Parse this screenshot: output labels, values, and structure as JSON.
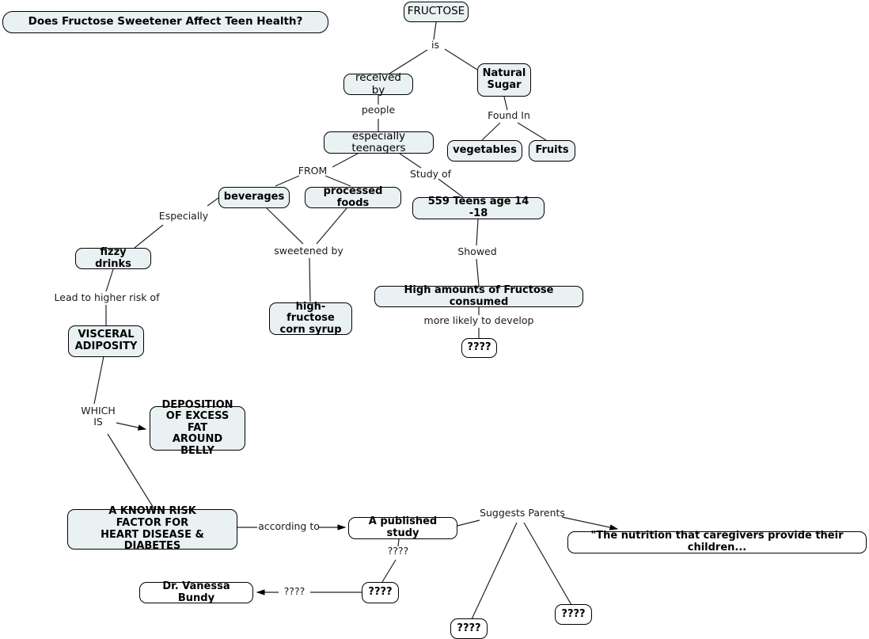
{
  "map": {
    "title_box": {
      "label": "Does Fructose Sweetener Affect Teen Health?"
    },
    "nodes": [
      {
        "id": "fructose",
        "label": "FRUCTOSE",
        "style": "plain"
      },
      {
        "id": "received_by",
        "label": "received by",
        "style": "plain"
      },
      {
        "id": "natural_sugar",
        "label": "Natural\nSugar",
        "style": "bold"
      },
      {
        "id": "teenagers",
        "label": "especially teenagers",
        "style": "plain"
      },
      {
        "id": "vegetables",
        "label": "vegetables",
        "style": "bold"
      },
      {
        "id": "fruits",
        "label": "Fruits",
        "style": "bold"
      },
      {
        "id": "beverages",
        "label": "beverages",
        "style": "bold"
      },
      {
        "id": "processed",
        "label": "processed foods",
        "style": "bold"
      },
      {
        "id": "teens559",
        "label": "559 Teens age 14 -18",
        "style": "bold"
      },
      {
        "id": "fizzy",
        "label": "fizzy drinks",
        "style": "bold"
      },
      {
        "id": "hfcs",
        "label": "high-fructose\ncorn syrup",
        "style": "bold"
      },
      {
        "id": "highamounts",
        "label": "High amounts of Fructose consumed",
        "style": "bold"
      },
      {
        "id": "q_develop",
        "label": "????",
        "style": "white"
      },
      {
        "id": "visceral",
        "label": "VISCERAL\nADIPOSITY",
        "style": "bold"
      },
      {
        "id": "deposition",
        "label": "DEPOSITION\nOF EXCESS FAT\nAROUND BELLY",
        "style": "bold"
      },
      {
        "id": "knownrisk",
        "label": "A KNOWN RISK\nFACTOR FOR\nHEART DISEASE & DIABETES",
        "style": "bold"
      },
      {
        "id": "published",
        "label": "A published study",
        "style": "white"
      },
      {
        "id": "quote",
        "label": "\"The nutrition that caregivers provide their children...",
        "style": "white"
      },
      {
        "id": "bundy",
        "label": "Dr. Vanessa Bundy",
        "style": "white"
      },
      {
        "id": "q_bundy",
        "label": "????",
        "style": "white"
      },
      {
        "id": "q_left",
        "label": "????",
        "style": "white"
      },
      {
        "id": "q_right",
        "label": "????",
        "style": "white"
      }
    ],
    "link_labels": [
      {
        "id": "is",
        "label": "is"
      },
      {
        "id": "people",
        "label": "people"
      },
      {
        "id": "found_in",
        "label": "Found In"
      },
      {
        "id": "from",
        "label": "FROM"
      },
      {
        "id": "study_of",
        "label": "Study of"
      },
      {
        "id": "especially",
        "label": "Especially"
      },
      {
        "id": "sweetened_by",
        "label": "sweetened by"
      },
      {
        "id": "showed",
        "label": "Showed"
      },
      {
        "id": "lead_to_risk",
        "label": "Lead to higher risk of"
      },
      {
        "id": "more_likely",
        "label": "more  likely to develop"
      },
      {
        "id": "which_is",
        "label": "WHICH\nIS"
      },
      {
        "id": "according_to",
        "label": "according to"
      },
      {
        "id": "suggests",
        "label": "Suggests Parents"
      },
      {
        "id": "q_pub",
        "label": "????"
      },
      {
        "id": "q_arrow",
        "label": "????"
      }
    ],
    "colors": {
      "node_fill": "#e9f1f2",
      "node_fill_white": "#ffffff",
      "node_border": "#000000",
      "edge": "#000000",
      "text": "#000000",
      "background": "#ffffff"
    }
  }
}
